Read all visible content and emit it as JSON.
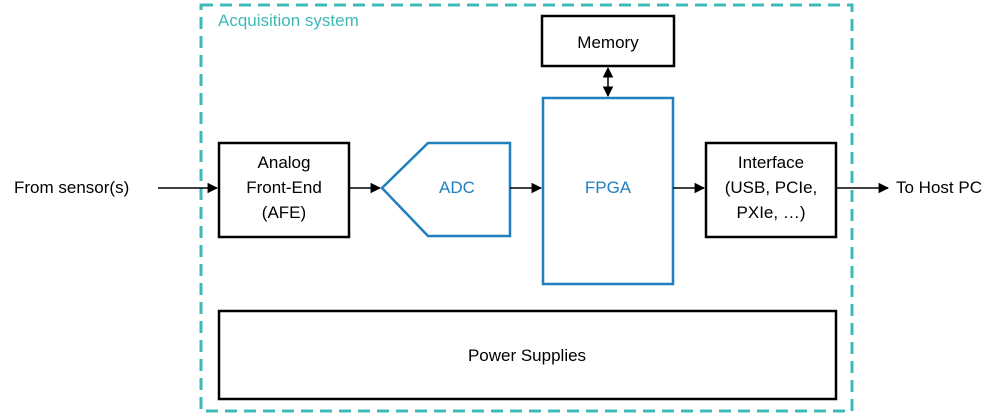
{
  "colors": {
    "container_border": "#3fb8b8",
    "fpga_adc_blue": "#1f7fbf",
    "black": "#000000"
  },
  "container": {
    "title": "Acquisition system"
  },
  "inputs": {
    "from_sensor": "From sensor(s)",
    "to_host": "To Host PC"
  },
  "blocks": {
    "afe": {
      "lines": [
        "Analog",
        "Front-End",
        "(AFE)"
      ]
    },
    "adc": {
      "label": "ADC"
    },
    "fpga": {
      "label": "FPGA"
    },
    "memory": {
      "label": "Memory"
    },
    "interface": {
      "lines": [
        "Interface",
        "(USB, PCIe,",
        "PXIe, …)"
      ]
    },
    "power": {
      "label": "Power Supplies"
    }
  }
}
